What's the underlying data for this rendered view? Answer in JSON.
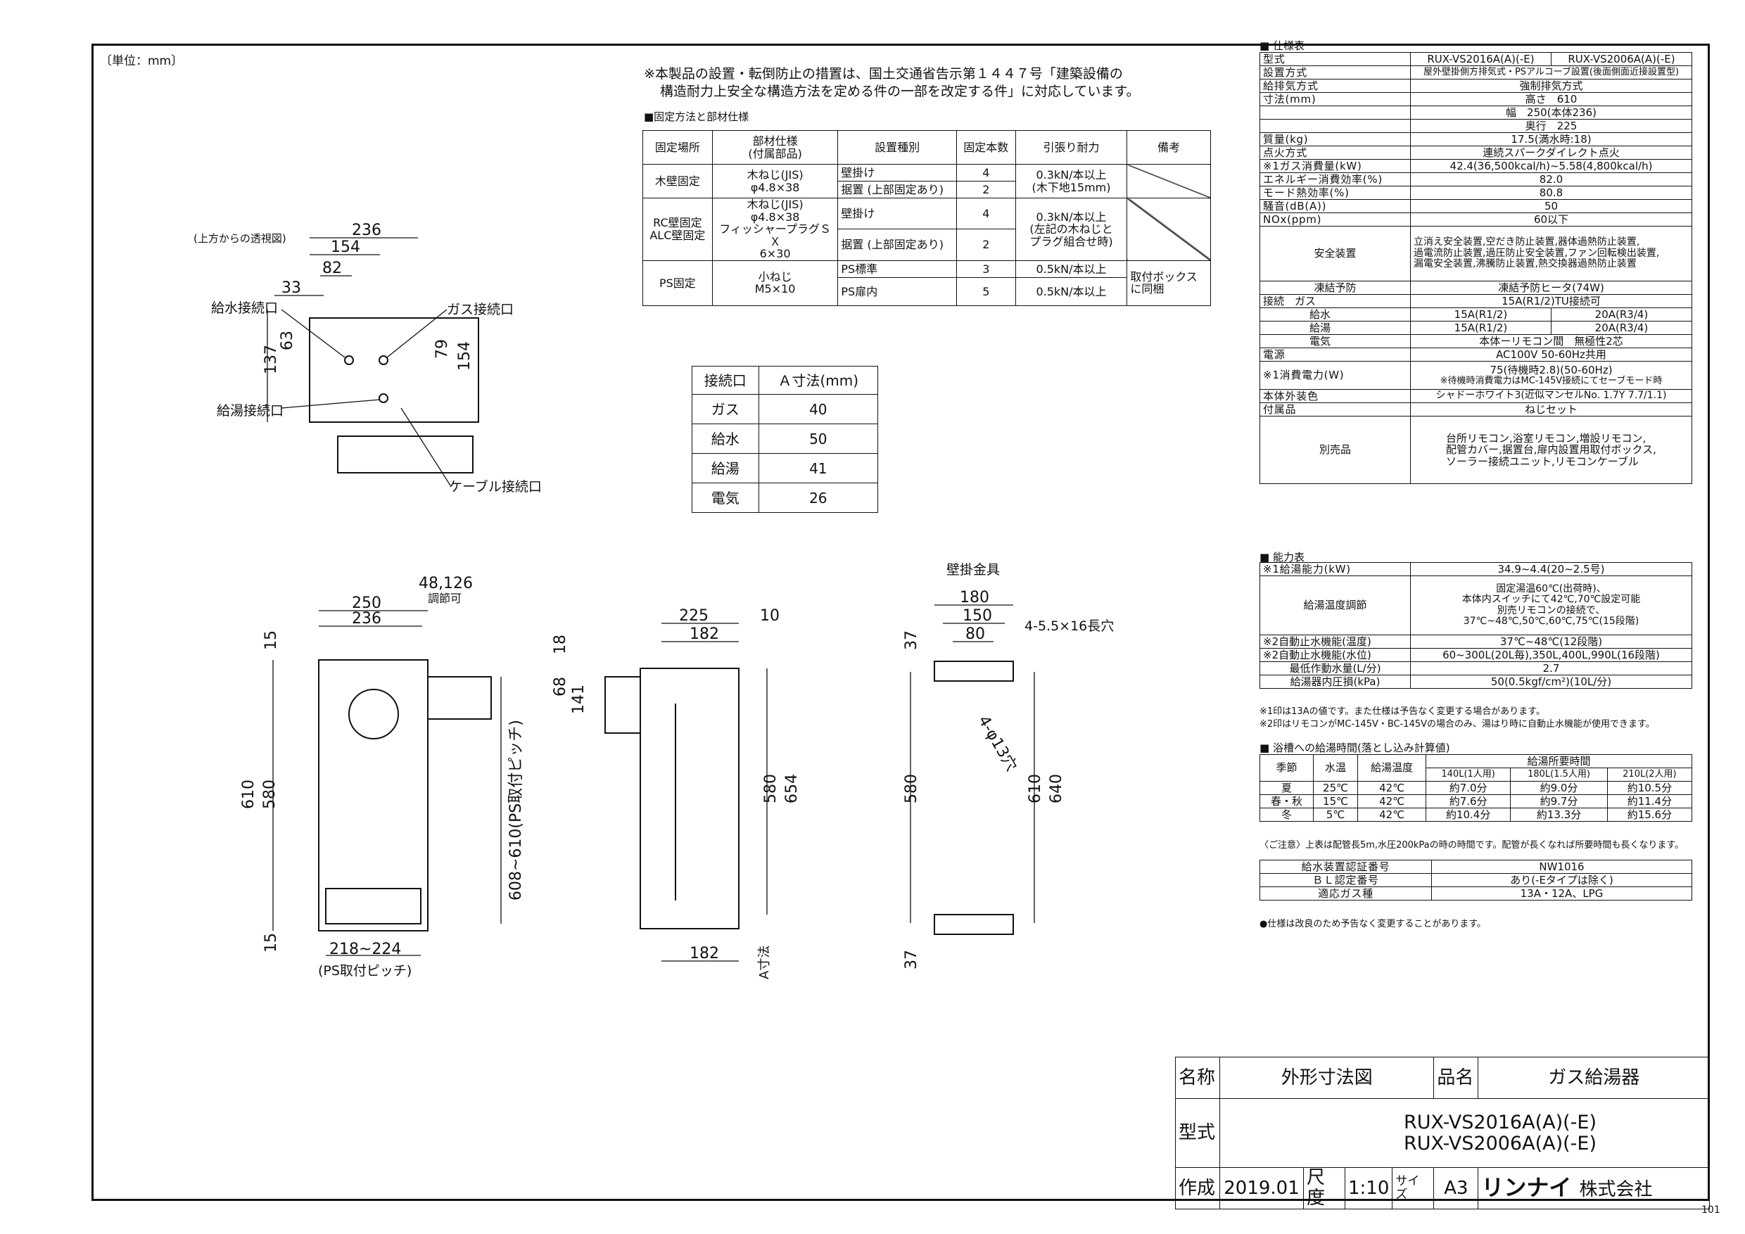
{
  "unit_note": "〔単位：mm〕",
  "notice": [
    "※本製品の設置・転倒防止の措置は、国土交通省告示第１４４７号「建築設備の",
    "構造耐力上安全な構造方法を定める件の一部を改定する件」に対応しています。"
  ],
  "fix_title": "■固定方法と部材仕様",
  "fix_headers": [
    "固定場所",
    "部材仕様\n(付属部品)",
    "設置種別",
    "固定本数",
    "引張り耐力",
    "備考"
  ],
  "fix_rows": {
    "wood": {
      "place": "木壁固定",
      "parts": "木ねじ(JIS)\nφ4.8×38",
      "t1": "壁掛け",
      "n1": "4",
      "t2": "据置 (上部固定あり)",
      "n2": "2",
      "force": "0.3kN/本以上\n(木下地15mm)"
    },
    "rc": {
      "place": "RC壁固定\nALC壁固定",
      "parts": "木ねじ(JIS)\nφ4.8×38\nフィッシャープラグＳＸ\n6×30",
      "t1": "壁掛け",
      "n1": "4",
      "t2": "据置 (上部固定あり)",
      "n2": "2",
      "force": "0.3kN/本以上\n(左記の木ねじと\nプラグ組合せ時)"
    },
    "ps": {
      "place": "PS固定",
      "parts": "小ねじ\nM5×10",
      "t1": "PS標準",
      "n1": "3",
      "f1": "0.5kN/本以上",
      "t2": "PS扉内",
      "n2": "5",
      "f2": "0.5kN/本以上",
      "note": "取付ボックス\nに同梱"
    }
  },
  "conn_headers": [
    "接続口",
    "Ａ寸法(mm)"
  ],
  "conn_rows": [
    [
      "ガス",
      "40"
    ],
    [
      "給水",
      "50"
    ],
    [
      "給湯",
      "41"
    ],
    [
      "電気",
      "26"
    ]
  ],
  "top_view": {
    "title": "(上方からの透視図)",
    "water_in": "給水接続口",
    "gas": "ガス接続口",
    "hot": "給湯接続口",
    "cable": "ケーブル接続口",
    "d236": "236",
    "d154": "154",
    "d82": "82",
    "d33": "33",
    "d137": "137",
    "d63": "63",
    "d79": "79",
    "d154v": "154"
  },
  "front": {
    "d250": "250",
    "d236": "236",
    "d48": "48,126",
    "adj": "調節可",
    "d15a": "15",
    "d15b": "15",
    "d610": "610",
    "d580": "580",
    "d608": "608~610(PS取付ピッチ)",
    "d218": "218~224",
    "ps": "(PS取付ピッチ)"
  },
  "side": {
    "d225": "225",
    "d10": "10",
    "d182a": "182",
    "d18": "18",
    "d68": "68",
    "d141": "141",
    "d580": "580",
    "d654": "654",
    "d182b": "182",
    "asun": "A寸法"
  },
  "bracket": {
    "title": "壁掛金具",
    "d180": "180",
    "d150": "150",
    "d80": "80",
    "hole": "4-5.5×16長穴",
    "d37a": "37",
    "d580": "580",
    "d37b": "37",
    "d610": "610",
    "d640": "640",
    "phi": "4-φ13穴"
  },
  "spec": {
    "title": "■ 仕様表",
    "rows": [
      [
        "型式",
        "RUX-VS2016A(A)(-E)",
        "RUX-VS2006A(A)(-E)"
      ],
      [
        "設置方式",
        "屋外壁掛側方排気式・PSアルコーブ設置(後面側面近接設置型)"
      ],
      [
        "給排気方式",
        "強制排気方式"
      ],
      [
        "寸法(mm)",
        "高さ",
        "610"
      ],
      [
        "",
        "幅",
        "250(本体236)"
      ],
      [
        "",
        "奥行",
        "225"
      ],
      [
        "質量(kg)",
        "17.5(満水時:18)"
      ],
      [
        "点火方式",
        "連続スパークダイレクト点火"
      ],
      [
        "※1ガス消費量(kW)",
        "42.4(36,500kcal/h)~5.58(4,800kcal/h)"
      ],
      [
        "エネルギー消費効率(%)",
        "82.0"
      ],
      [
        "モード熱効率(%)",
        "80.8"
      ],
      [
        "騒音(dB(A))",
        "50"
      ],
      [
        "NOx(ppm)",
        "60以下"
      ]
    ],
    "safety_label": "安全装置",
    "safety": "立消え安全装置,空だき防止装置,器体過熱防止装置,\n過電流防止装置,過圧防止安全装置,ファン回転検出装置,\n漏電安全装置,沸騰防止装置,熱交換器過熱防止装置",
    "freeze_label": "凍結予防",
    "freeze": "凍結予防ヒータ(74W)",
    "conn_label": "接続",
    "conn": [
      [
        "ガス",
        "15A(R1/2)TU接続可"
      ],
      [
        "給水",
        "15A(R1/2)",
        "20A(R3/4)"
      ],
      [
        "給湯",
        "15A(R1/2)",
        "20A(R3/4)"
      ],
      [
        "電気",
        "本体ーリモコン間　無極性2芯"
      ]
    ],
    "power_label": "電源",
    "power": "AC100V 50-60Hz共用",
    "cons_label": "※1消費電力(W)",
    "cons": "75(待機時2.8)(50-60Hz)",
    "cons2": "※待機時消費電力はMC-145V接続にてセーブモード時",
    "color_label": "本体外装色",
    "color": "シャドーホワイト3(近似マンセルNo. 1.7Y 7.7/1.1)",
    "acc_label": "付属品",
    "acc": "ねじセット",
    "opt_label": "別売品",
    "opt": "台所リモコン,浴室リモコン,増設リモコン,\n配管カバー,据置台,扉内設置用取付ボックス,\nソーラー接続ユニット,リモコンケーブル"
  },
  "ability": {
    "title": "■ 能力表",
    "r1": [
      "※1給湯能力(kW)",
      "34.9~4.4(20~2.5号)"
    ],
    "r2": [
      "給湯温度調節",
      "固定湯温60℃(出荷時)、\n本体内スイッチにて42℃,70℃設定可能\n別売リモコンの接続で、\n37℃~48℃,50℃,60℃,75℃(15段階)"
    ],
    "r3": [
      "※2自動止水機能(温度)",
      "37℃~48℃(12段階)"
    ],
    "r4": [
      "※2自動止水機能(水位)",
      "60~300L(20L毎),350L,400L,990L(16段階)"
    ],
    "r5": [
      "最低作動水量(L/分)",
      "2.7"
    ],
    "r6": [
      "給湯器内圧損(kPa)",
      "50(0.5kgf/cm²)(10L/分)"
    ],
    "n1": "※1印は13Aの値です。また仕様は予告なく変更する場合があります。",
    "n2": "※2印はリモコンがMC-145V・BC-145Vの場合のみ、湯はり時に自動止水機能が使用できます。"
  },
  "bath": {
    "title": "■ 浴槽への給湯時間(落とし込み計算値)",
    "h": [
      "季節",
      "水温",
      "給湯温度",
      "給湯所要時間"
    ],
    "sub": [
      "140L(1人用)",
      "180L(1.5人用)",
      "210L(2人用)"
    ],
    "rows": [
      [
        "夏",
        "25℃",
        "42℃",
        "約7.0分",
        "約9.0分",
        "約10.5分"
      ],
      [
        "春・秋",
        "15℃",
        "42℃",
        "約7.6分",
        "約9.7分",
        "約11.4分"
      ],
      [
        "冬",
        "5℃",
        "42℃",
        "約10.4分",
        "約13.3分",
        "約15.6分"
      ]
    ],
    "note": "〈ご注意〉上表は配管長5m,水圧200kPaの時の時間です。配管が長くなれば所要時間も長くなります。"
  },
  "cert": [
    [
      "給水装置認証番号",
      "NW1016"
    ],
    [
      "ＢＬ認定番号",
      "あり(-Eタイプは除く)"
    ],
    [
      "適応ガス種",
      "13A・12A、LPG"
    ]
  ],
  "final_note": "●仕様は改良のため予告なく変更することがあります。",
  "titleblock": {
    "name_label": "名称",
    "name": "外形寸法図",
    "prod_label": "品名",
    "prod": "ガス給湯器",
    "model_label": "型式",
    "model1": "RUX-VS2016A(A)(-E)",
    "model2": "RUX-VS2006A(A)(-E)",
    "made_label": "作成",
    "date": "2019.01",
    "scale_label": "尺度",
    "scale": "1:10",
    "size_label": "サイズ",
    "size": "A3",
    "brand": "リンナイ",
    "company": "株式会社"
  },
  "page_no": "101"
}
